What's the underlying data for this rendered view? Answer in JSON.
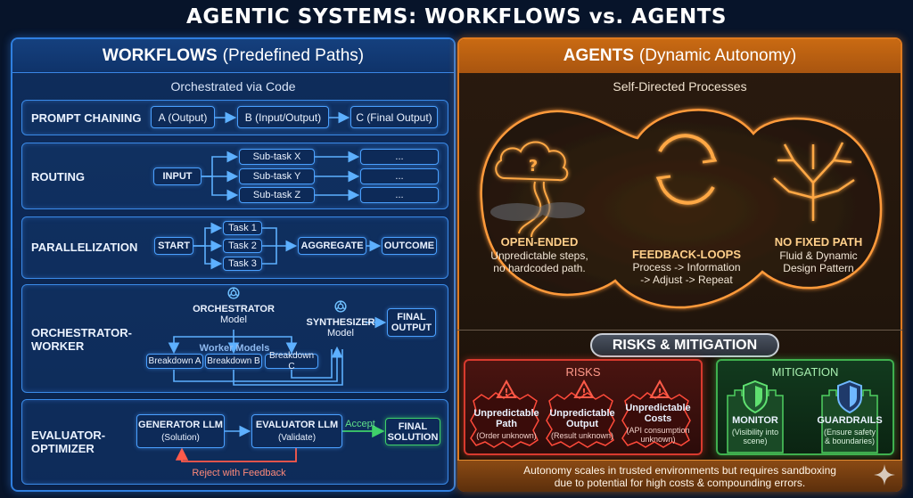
{
  "title": "AGENTIC SYSTEMS: WORKFLOWS vs. AGENTS",
  "workflows": {
    "header_main": "WORKFLOWS",
    "header_sub": "(Predefined Paths)",
    "subheader": "Orchestrated via Code",
    "prompt_chaining": {
      "label": "PROMPT CHAINING",
      "a": "A (Output)",
      "b": "B (Input/Output)",
      "c": "C (Final Output)"
    },
    "routing": {
      "label": "ROUTING",
      "input": "INPUT",
      "x": "Sub-task X",
      "y": "Sub-task Y",
      "z": "Sub-task Z",
      "out": "..."
    },
    "parallelization": {
      "label": "PARALLELIZATION",
      "start": "START",
      "t1": "Task 1",
      "t2": "Task 2",
      "t3": "Task 3",
      "aggregate": "AGGREGATE",
      "outcome": "OUTCOME"
    },
    "orchestrator": {
      "label_line1": "ORCHESTRATOR-",
      "label_line2": "WORKER",
      "orch_title": "ORCHESTRATOR",
      "orch_sub": "Model",
      "workers": "Worker Models",
      "ba": "Breakdown A",
      "bb": "Breakdown B",
      "bc": "Breakdown C",
      "synth_title": "SYNTHESIZER",
      "synth_sub": "Model",
      "final_line1": "FINAL",
      "final_line2": "OUTPUT"
    },
    "evaluator": {
      "label_line1": "EVALUATOR-",
      "label_line2": "OPTIMIZER",
      "gen_title": "GENERATOR LLM",
      "gen_sub": "(Solution)",
      "eval_title": "EVALUATOR LLM",
      "eval_sub": "(Validate)",
      "accept": "Accept",
      "final_line1": "FINAL",
      "final_line2": "SOLUTION",
      "reject": "Reject with Feedback"
    }
  },
  "agents": {
    "header_main": "AGENTS",
    "header_sub": "(Dynamic Autonomy)",
    "subheader": "Self-Directed Processes",
    "open_ended": {
      "title": "OPEN-ENDED",
      "line1": "Unpredictable steps,",
      "line2": "no hardcoded path."
    },
    "feedback": {
      "title": "FEEDBACK-LOOPS",
      "line1": "Process -> Information",
      "line2": "-> Adjust -> Repeat"
    },
    "no_fixed": {
      "title": "NO FIXED PATH",
      "line1": "Fluid & Dynamic",
      "line2": "Design Pattern"
    }
  },
  "risks_mitigation": {
    "banner": "RISKS & MITIGATION",
    "risks_title": "RISKS",
    "risks": [
      {
        "title1": "Unpredictable",
        "title2": "Path",
        "desc1": "(Order unknown)",
        "desc2": ""
      },
      {
        "title1": "Unpredictable",
        "title2": "Output",
        "desc1": "(Result unknown)",
        "desc2": ""
      },
      {
        "title1": "Unpredictable",
        "title2": "Costs",
        "desc1": "(API consumption",
        "desc2": "unknown)"
      }
    ],
    "mitigation_title": "MITIGATION",
    "mitigations": [
      {
        "title": "MONITOR",
        "desc1": "(Visibility into",
        "desc2": "scene)"
      },
      {
        "title": "GUARDRAILS",
        "desc1": "(Ensure safety",
        "desc2": "& boundaries)"
      }
    ]
  },
  "footer": {
    "line1": "Autonomy scales in trusted environments but requires sandboxing",
    "line2": "due to potential for high costs & compounding errors."
  }
}
